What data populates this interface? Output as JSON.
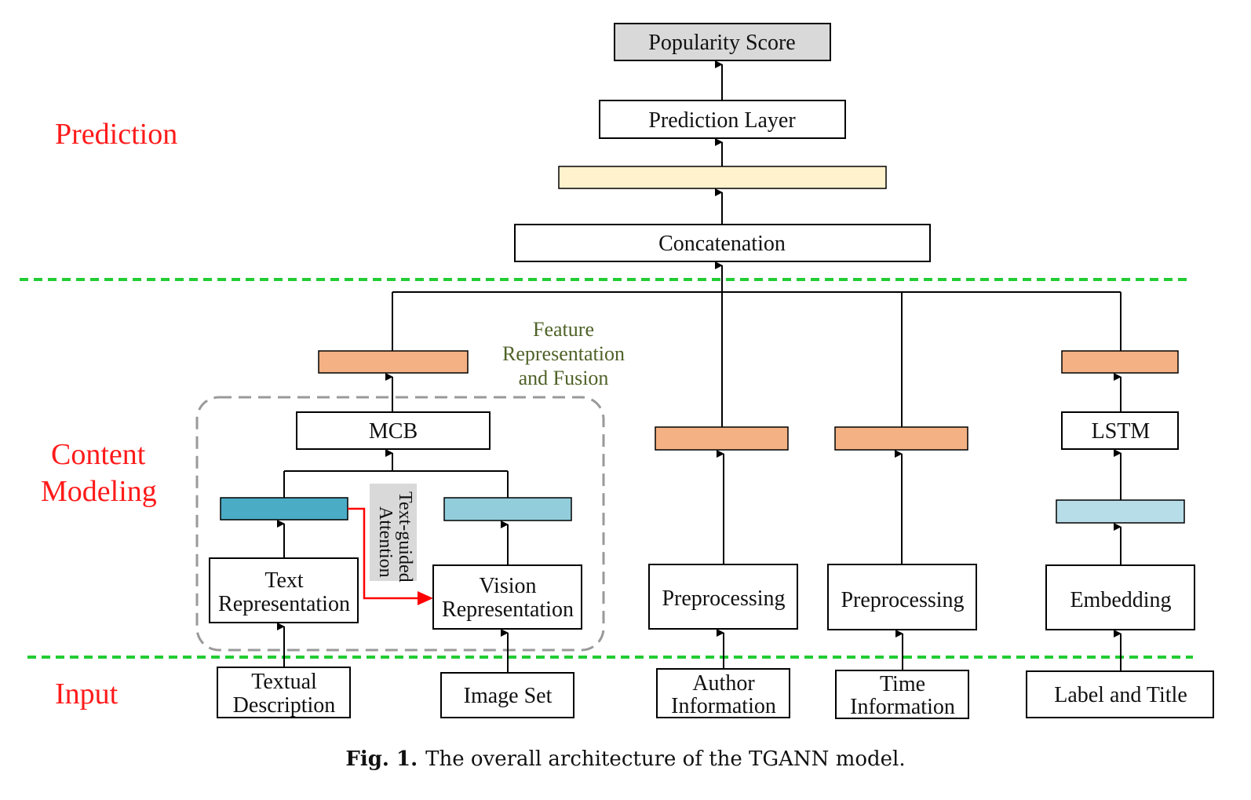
{
  "stages": {
    "prediction": "Prediction",
    "content_modeling_line1": "Content",
    "content_modeling_line2": "Modeling",
    "input": "Input"
  },
  "nodes": {
    "popularity_score": "Popularity Score",
    "prediction_layer": "Prediction  Layer",
    "concatenation": "Concatenation",
    "mcb": "MCB",
    "lstm": "LSTM",
    "text_representation_line1": "Text",
    "text_representation_line2": "Representation",
    "vision_representation_line1": "Vision",
    "vision_representation_line2": "Representation",
    "preprocessing_author": "Preprocessing",
    "preprocessing_time": "Preprocessing",
    "embedding": "Embedding",
    "textual_description_line1": "Textual",
    "textual_description_line2": "Description",
    "image_set": "Image Set",
    "author_information_line1": "Author",
    "author_information_line2": "Information",
    "time_information_line1": "Time",
    "time_information_line2": "Information",
    "label_and_title": "Label and Title"
  },
  "annotations": {
    "feature_fusion_line1": "Feature",
    "feature_fusion_line2": "Representation",
    "feature_fusion_line3": "and Fusion",
    "text_guided_line1": "Text-guided",
    "text_guided_line2": "Attention"
  },
  "caption": {
    "label": "Fig. 1.",
    "text": "The overall architecture of the TGANN model."
  },
  "colors": {
    "stage_label": "#ff1a1a",
    "fusion_label": "#4f6228",
    "separator": "#22cc33",
    "gray_fill": "#d9d9d9",
    "yellow_fill": "#fff2cc",
    "orange_fill": "#f4b183",
    "dark_teal": "#4bacc6",
    "light_teal": "#92cddc",
    "light_blue": "#b7dde8",
    "attention_arrow": "#ff0000"
  }
}
